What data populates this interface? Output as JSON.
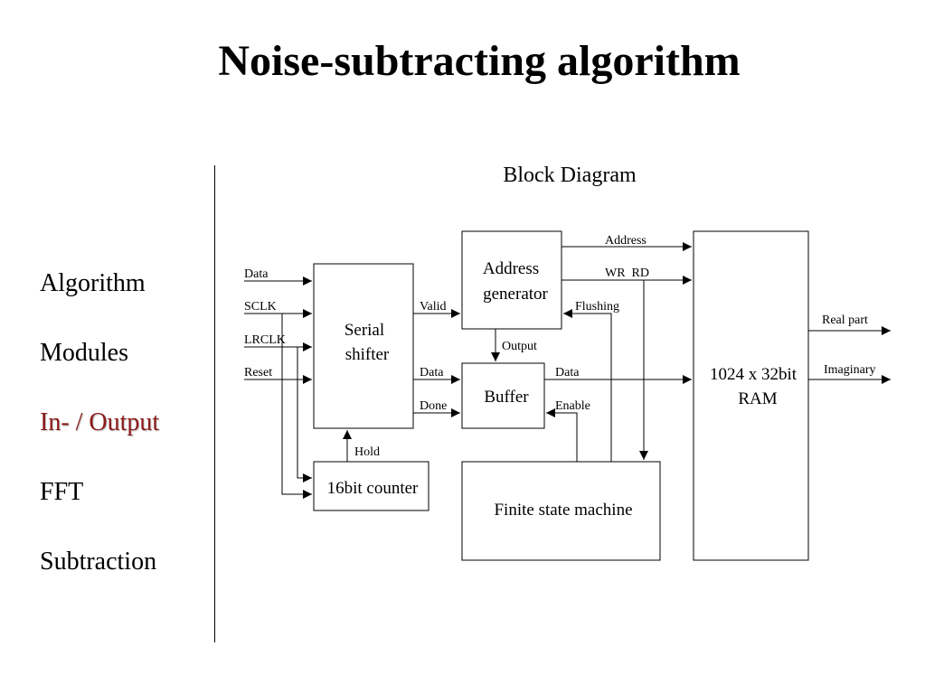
{
  "title": "Noise-subtracting algorithm",
  "nav": {
    "items": [
      "Algorithm",
      "Modules",
      "In- / Output",
      "FFT",
      "Subtraction"
    ],
    "active_index": 2
  },
  "diagram": {
    "caption": "Block Diagram",
    "blocks": {
      "serial_shifter": [
        "Serial",
        "shifter"
      ],
      "address_generator": [
        "Address",
        "generator"
      ],
      "buffer": "Buffer",
      "counter": "16bit counter",
      "fsm": "Finite state machine",
      "ram": [
        "1024 x 32bit",
        "RAM"
      ]
    },
    "signals": {
      "data_in": "Data",
      "sclk": "SCLK",
      "lrclk": "LRCLK",
      "reset": "Reset",
      "valid": "Valid",
      "shift_data": "Data",
      "done": "Done",
      "hold": "Hold",
      "address": "Address",
      "wr_rd": "WR  RD",
      "flushing": "Flushing",
      "output": "Output",
      "buffer_data": "Data",
      "enable": "Enable",
      "real_part": "Real part",
      "imaginary": "Imaginary"
    }
  },
  "colors": {
    "active_nav": "#8b1a1a",
    "line": "#000000"
  }
}
